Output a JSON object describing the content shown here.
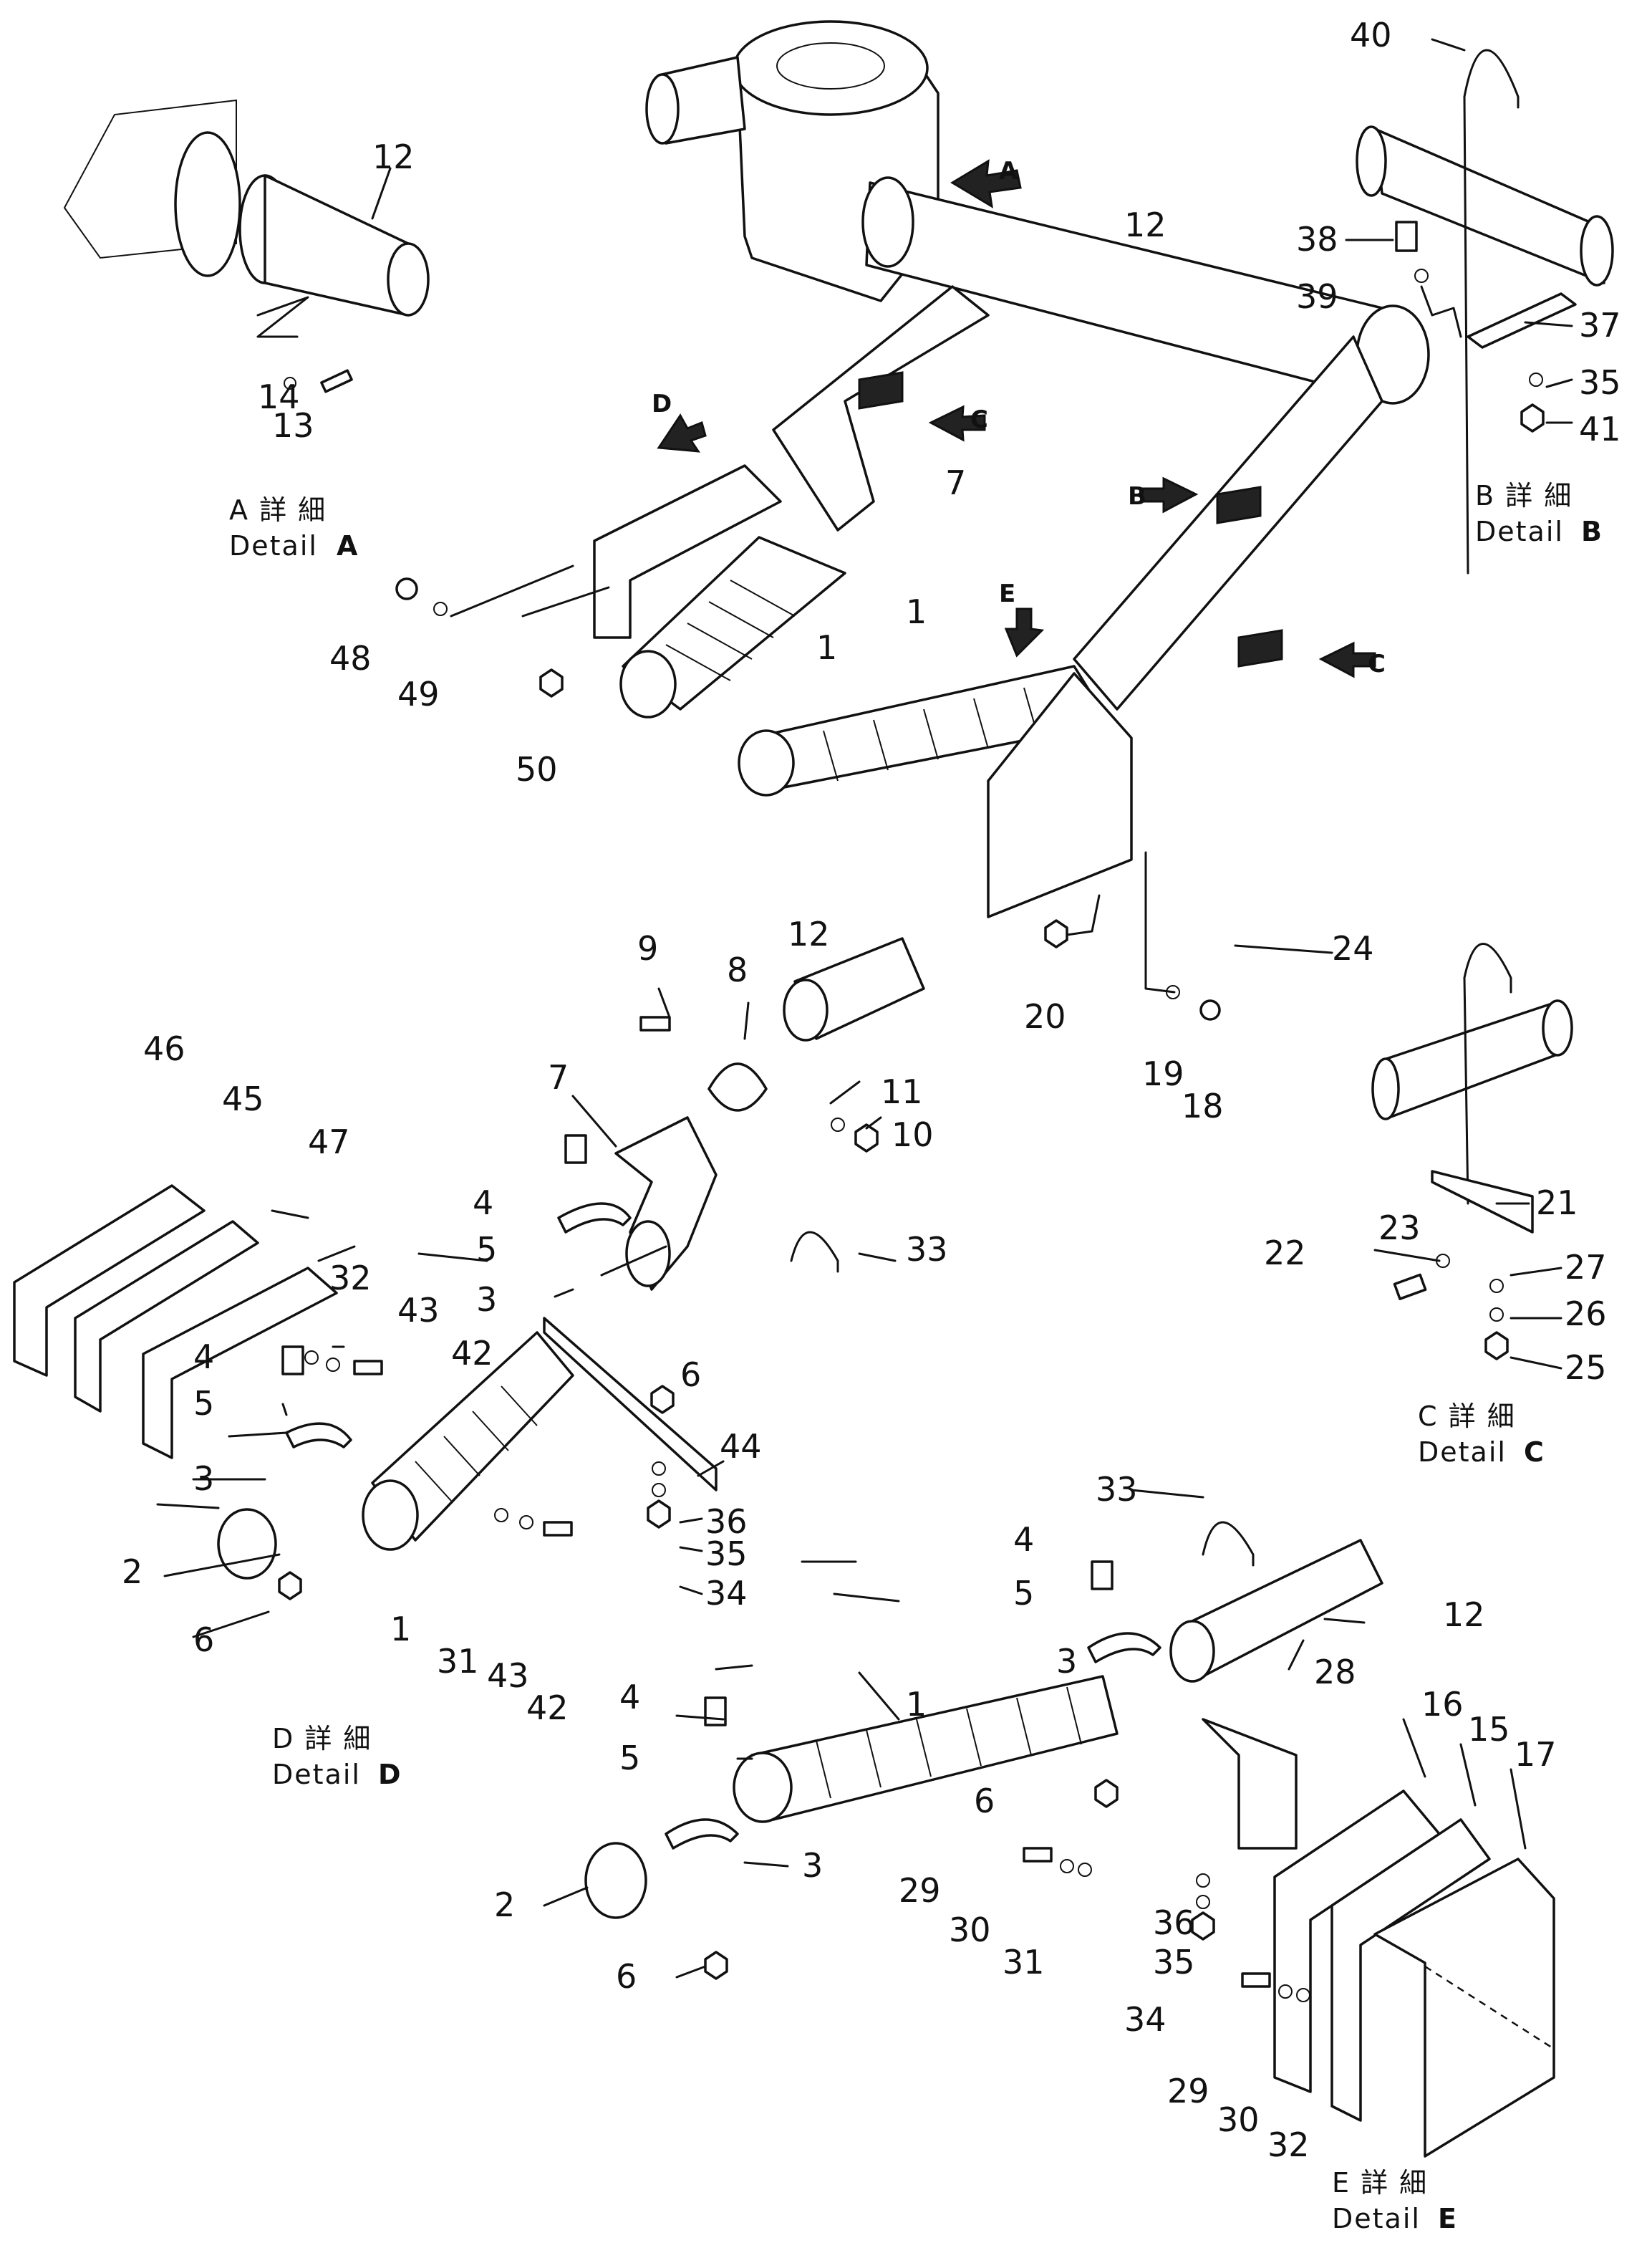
{
  "details": {
    "a": {
      "jp": "A 詳 細",
      "en": "Detail",
      "letter": "A"
    },
    "b": {
      "jp": "B 詳 細",
      "en": "Detail",
      "letter": "B"
    },
    "c": {
      "jp": "C 詳 細",
      "en": "Detail",
      "letter": "C"
    },
    "d": {
      "jp": "D 詳 細",
      "en": "Detail",
      "letter": "D"
    },
    "e": {
      "jp": "E 詳 細",
      "en": "Detail",
      "letter": "E"
    }
  },
  "view_arrows": {
    "a": "A",
    "b": "B",
    "c1": "C",
    "c2": "C",
    "d": "D",
    "e": "E"
  },
  "part_numbers": {
    "p1": "1",
    "p2": "2",
    "p3": "3",
    "p4": "4",
    "p5": "5",
    "p6": "6",
    "p7": "7",
    "p8": "8",
    "p9": "9",
    "p10": "10",
    "p11": "11",
    "p12": "12",
    "p13": "13",
    "p14": "14",
    "p15": "15",
    "p16": "16",
    "p17": "17",
    "p18": "18",
    "p19": "19",
    "p20": "20",
    "p21": "21",
    "p22": "22",
    "p23": "23",
    "p24": "24",
    "p25": "25",
    "p26": "26",
    "p27": "27",
    "p28": "28",
    "p29": "29",
    "p30": "30",
    "p31": "31",
    "p32": "32",
    "p33": "33",
    "p34": "34",
    "p35": "35",
    "p36": "36",
    "p37": "37",
    "p38": "38",
    "p39": "39",
    "p40": "40",
    "p41": "41",
    "p42": "42",
    "p43": "43",
    "p44": "44",
    "p45": "45",
    "p46": "46",
    "p47": "47",
    "p48": "48",
    "p49": "49",
    "p50": "50"
  }
}
